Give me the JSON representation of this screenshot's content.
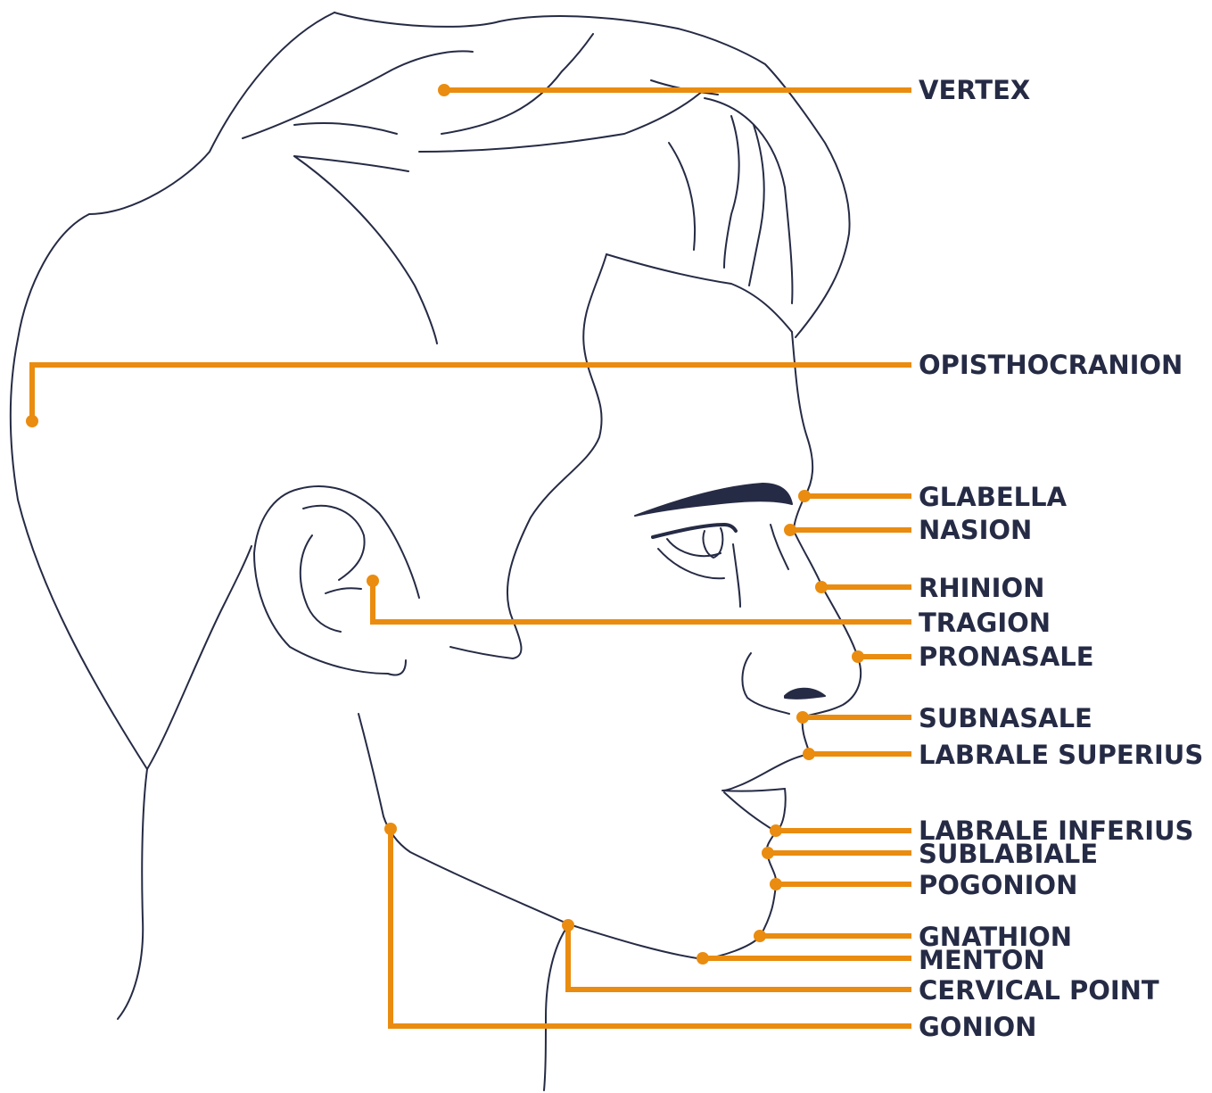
{
  "colors": {
    "ink": "#262b45",
    "accent": "#ea8c0f"
  },
  "landmarks": [
    {
      "id": "vertex",
      "label": "VERTEX"
    },
    {
      "id": "opisthocranion",
      "label": "OPISTHOCRANION"
    },
    {
      "id": "glabella",
      "label": "GLABELLA"
    },
    {
      "id": "nasion",
      "label": "NASION"
    },
    {
      "id": "rhinion",
      "label": "RHINION"
    },
    {
      "id": "tragion",
      "label": "TRAGION"
    },
    {
      "id": "pronasale",
      "label": "PRONASALE"
    },
    {
      "id": "subnasale",
      "label": "SUBNASALE"
    },
    {
      "id": "labrale-superius",
      "label": "LABRALE SUPERIUS"
    },
    {
      "id": "labrale-inferius",
      "label": "LABRALE INFERIUS"
    },
    {
      "id": "sublabiale",
      "label": "SUBLABIALE"
    },
    {
      "id": "pogonion",
      "label": "POGONION"
    },
    {
      "id": "gnathion",
      "label": "GNATHION"
    },
    {
      "id": "menton",
      "label": "MENTON"
    },
    {
      "id": "cervical-point",
      "label": "CERVICAL POINT"
    },
    {
      "id": "gonion",
      "label": "GONION"
    }
  ]
}
